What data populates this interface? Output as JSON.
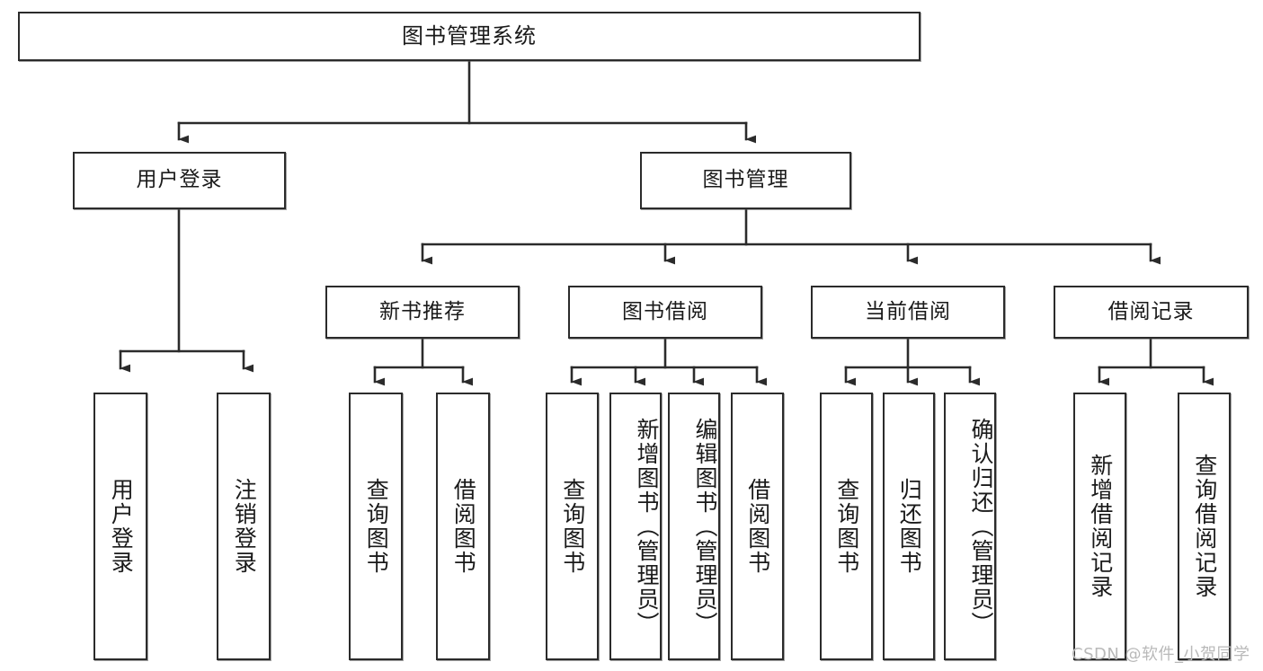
{
  "diagram": {
    "title": "图书管理系统",
    "type": "tree-hierarchy",
    "watermark": "CSDN @软件_小贺同学",
    "colors": {
      "box_border": "#2b2b2b",
      "box_fill": "#ffffff",
      "edge": "#2b2b2b",
      "text": "#1a1a1a",
      "watermark": "#b9b9b9"
    },
    "root": {
      "label": "图书管理系统"
    },
    "level2": [
      {
        "id": "user-login",
        "label": "用户登录"
      },
      {
        "id": "book-manage",
        "label": "图书管理"
      }
    ],
    "level3": [
      {
        "id": "new-book-recommend",
        "label": "新书推荐",
        "parent": "book-manage"
      },
      {
        "id": "book-borrow",
        "label": "图书借阅",
        "parent": "book-manage"
      },
      {
        "id": "current-borrow",
        "label": "当前借阅",
        "parent": "book-manage"
      },
      {
        "id": "borrow-record",
        "label": "借阅记录",
        "parent": "book-manage"
      }
    ],
    "leaves": [
      {
        "id": "leaf-user-login",
        "label": "用户登录",
        "parent": "user-login"
      },
      {
        "id": "leaf-user-logout",
        "label": "注销登录",
        "parent": "user-login"
      },
      {
        "id": "leaf-query-book-1",
        "label": "查询图书",
        "parent": "new-book-recommend"
      },
      {
        "id": "leaf-borrow-book-1",
        "label": "借阅图书",
        "parent": "new-book-recommend"
      },
      {
        "id": "leaf-query-book-2",
        "label": "查询图书",
        "parent": "book-borrow"
      },
      {
        "id": "leaf-add-book",
        "label": "新增图书（管理员）",
        "parent": "book-borrow"
      },
      {
        "id": "leaf-edit-book",
        "label": "编辑图书（管理员）",
        "parent": "book-borrow"
      },
      {
        "id": "leaf-borrow-book-2",
        "label": "借阅图书",
        "parent": "book-borrow"
      },
      {
        "id": "leaf-query-book-3",
        "label": "查询图书",
        "parent": "current-borrow"
      },
      {
        "id": "leaf-return-book",
        "label": "归还图书",
        "parent": "current-borrow"
      },
      {
        "id": "leaf-confirm-return",
        "label": "确认归还（管理员）",
        "parent": "current-borrow"
      },
      {
        "id": "leaf-add-record",
        "label": "新增借阅记录",
        "parent": "borrow-record"
      },
      {
        "id": "leaf-query-record",
        "label": "查询借阅记录",
        "parent": "borrow-record"
      }
    ]
  }
}
